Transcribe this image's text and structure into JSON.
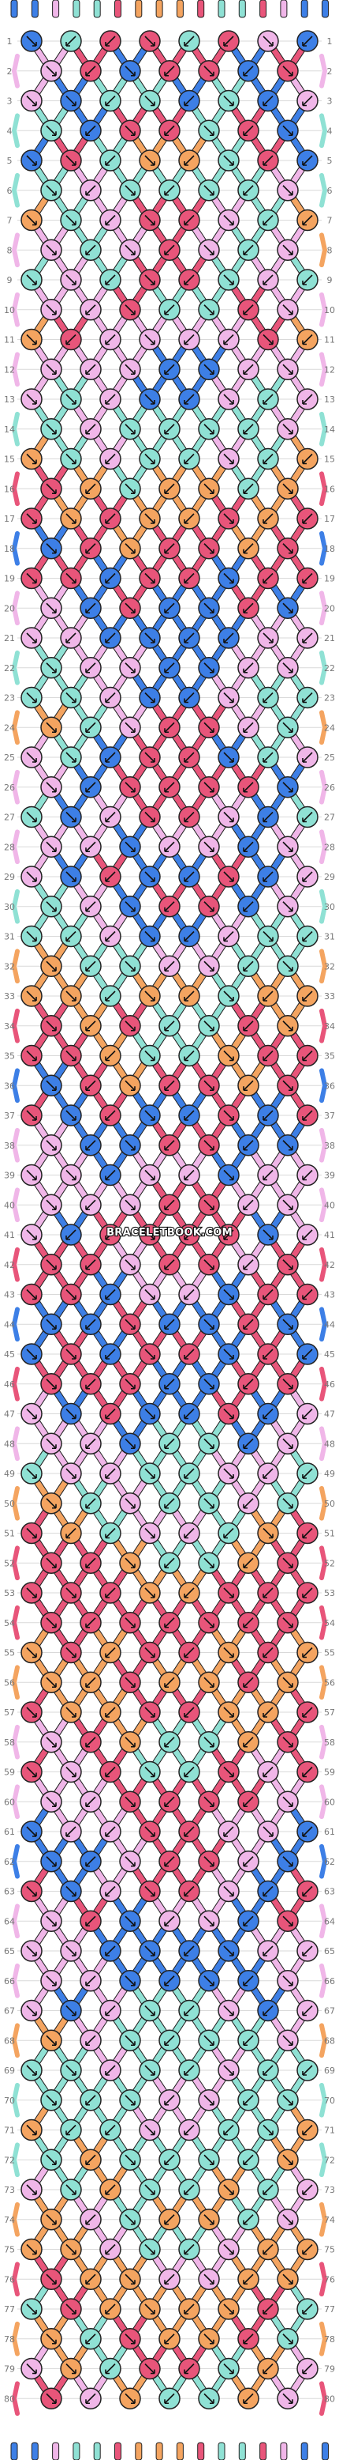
{
  "pattern": {
    "rows": 80,
    "strings": 16,
    "watermark": "BRACELETBOOK.COM",
    "row_labels": [
      "1",
      "2",
      "3",
      "4",
      "5",
      "6",
      "7",
      "8",
      "9",
      "10",
      "11",
      "12",
      "13",
      "14",
      "15",
      "16",
      "17",
      "18",
      "19",
      "20",
      "21",
      "22",
      "23",
      "24",
      "25",
      "26",
      "27",
      "28",
      "29",
      "30",
      "31",
      "32",
      "33",
      "34",
      "35",
      "36",
      "37",
      "38",
      "39",
      "40",
      "41",
      "42",
      "43",
      "44",
      "45",
      "46",
      "47",
      "48",
      "49",
      "50",
      "51",
      "52",
      "53",
      "54",
      "55",
      "56",
      "57",
      "58",
      "59",
      "60",
      "61",
      "62",
      "63",
      "64",
      "65",
      "66",
      "67",
      "68",
      "69",
      "70",
      "71",
      "72",
      "73",
      "74",
      "75",
      "76",
      "77",
      "78",
      "79",
      "80"
    ],
    "colors": {
      "blue": "#3d7fe6",
      "teal": "#8fe1d4",
      "pink": "#e8557a",
      "orange": "#f4a460",
      "lilac": "#f0b6e8",
      "background": "#ffffff",
      "grid": "#d9d9d9",
      "outline": "#222222"
    },
    "string_colors": [
      "blue",
      "blue",
      "lilac",
      "teal",
      "teal",
      "pink",
      "orange",
      "orange",
      "orange",
      "pink",
      "teal",
      "teal",
      "pink",
      "lilac",
      "blue",
      "blue"
    ],
    "knot_rows": [
      [
        "blue",
        "teal",
        "pink",
        "pink",
        "teal",
        "pink",
        "lilac",
        "blue"
      ],
      [
        "lilac",
        "pink",
        "blue",
        "pink",
        "pink",
        "blue",
        "pink",
        "lilac"
      ],
      [
        "lilac",
        "blue",
        "teal",
        "teal",
        "blue",
        "teal",
        "blue",
        "lilac"
      ],
      [
        "teal",
        "blue",
        "pink",
        "pink",
        "teal",
        "pink",
        "blue",
        "teal"
      ],
      [
        "blue",
        "pink",
        "teal",
        "orange",
        "orange",
        "teal",
        "pink",
        "blue"
      ],
      [
        "teal",
        "lilac",
        "teal",
        "teal",
        "teal",
        "teal",
        "lilac",
        "teal"
      ],
      [
        "orange",
        "teal",
        "lilac",
        "pink",
        "pink",
        "lilac",
        "teal",
        "orange"
      ],
      [
        "lilac",
        "teal",
        "lilac",
        "pink",
        "lilac",
        "teal",
        "lilac",
        "orange"
      ],
      [
        "teal",
        "lilac",
        "teal",
        "pink",
        "pink",
        "teal",
        "lilac",
        "teal"
      ],
      [
        "lilac",
        "lilac",
        "pink",
        "teal",
        "teal",
        "pink",
        "lilac",
        "lilac"
      ],
      [
        "orange",
        "pink",
        "lilac",
        "lilac",
        "lilac",
        "lilac",
        "pink",
        "orange"
      ],
      [
        "lilac",
        "lilac",
        "lilac",
        "blue",
        "blue",
        "lilac",
        "lilac",
        "lilac"
      ],
      [
        "lilac",
        "teal",
        "lilac",
        "blue",
        "blue",
        "lilac",
        "teal",
        "lilac"
      ],
      [
        "teal",
        "lilac",
        "teal",
        "teal",
        "teal",
        "teal",
        "lilac",
        "teal"
      ],
      [
        "orange",
        "teal",
        "lilac",
        "teal",
        "teal",
        "lilac",
        "teal",
        "orange"
      ],
      [
        "pink",
        "orange",
        "teal",
        "orange",
        "orange",
        "teal",
        "orange",
        "pink"
      ],
      [
        "pink",
        "orange",
        "pink",
        "orange",
        "orange",
        "pink",
        "orange",
        "pink"
      ],
      [
        "blue",
        "pink",
        "orange",
        "pink",
        "pink",
        "orange",
        "pink",
        "blue"
      ],
      [
        "pink",
        "pink",
        "blue",
        "pink",
        "pink",
        "blue",
        "pink",
        "pink"
      ],
      [
        "lilac",
        "blue",
        "pink",
        "blue",
        "blue",
        "pink",
        "blue",
        "lilac"
      ],
      [
        "lilac",
        "lilac",
        "blue",
        "blue",
        "blue",
        "blue",
        "lilac",
        "lilac"
      ],
      [
        "teal",
        "lilac",
        "lilac",
        "blue",
        "blue",
        "lilac",
        "lilac",
        "teal"
      ],
      [
        "teal",
        "teal",
        "lilac",
        "blue",
        "blue",
        "lilac",
        "teal",
        "teal"
      ],
      [
        "orange",
        "teal",
        "lilac",
        "pink",
        "pink",
        "lilac",
        "teal",
        "orange"
      ],
      [
        "lilac",
        "teal",
        "blue",
        "pink",
        "pink",
        "blue",
        "teal",
        "lilac"
      ],
      [
        "lilac",
        "blue",
        "pink",
        "pink",
        "pink",
        "pink",
        "blue",
        "lilac"
      ],
      [
        "teal",
        "blue",
        "lilac",
        "pink",
        "pink",
        "lilac",
        "blue",
        "teal"
      ],
      [
        "lilac",
        "lilac",
        "blue",
        "lilac",
        "lilac",
        "blue",
        "lilac",
        "lilac"
      ],
      [
        "lilac",
        "blue",
        "pink",
        "blue",
        "blue",
        "pink",
        "blue",
        "lilac"
      ],
      [
        "teal",
        "lilac",
        "blue",
        "pink",
        "pink",
        "blue",
        "lilac",
        "teal"
      ],
      [
        "teal",
        "teal",
        "lilac",
        "blue",
        "blue",
        "lilac",
        "teal",
        "teal"
      ],
      [
        "orange",
        "teal",
        "teal",
        "lilac",
        "lilac",
        "teal",
        "teal",
        "orange"
      ],
      [
        "orange",
        "orange",
        "teal",
        "orange",
        "orange",
        "teal",
        "orange",
        "orange"
      ],
      [
        "pink",
        "orange",
        "pink",
        "teal",
        "teal",
        "pink",
        "orange",
        "pink"
      ],
      [
        "pink",
        "pink",
        "orange",
        "teal",
        "teal",
        "orange",
        "pink",
        "pink"
      ],
      [
        "blue",
        "pink",
        "orange",
        "pink",
        "pink",
        "orange",
        "pink",
        "blue"
      ],
      [
        "pink",
        "blue",
        "pink",
        "blue",
        "blue",
        "pink",
        "blue",
        "pink"
      ],
      [
        "lilac",
        "blue",
        "blue",
        "pink",
        "pink",
        "blue",
        "blue",
        "lilac"
      ],
      [
        "lilac",
        "lilac",
        "blue",
        "lilac",
        "lilac",
        "blue",
        "lilac",
        "lilac"
      ],
      [
        "lilac",
        "lilac",
        "lilac",
        "pink",
        "pink",
        "lilac",
        "lilac",
        "lilac"
      ],
      [
        "lilac",
        "blue",
        "pink",
        "pink",
        "pink",
        "pink",
        "blue",
        "lilac"
      ],
      [
        "pink",
        "pink",
        "lilac",
        "pink",
        "pink",
        "lilac",
        "pink",
        "pink"
      ],
      [
        "pink",
        "pink",
        "blue",
        "lilac",
        "lilac",
        "blue",
        "pink",
        "pink"
      ],
      [
        "blue",
        "blue",
        "pink",
        "blue",
        "blue",
        "pink",
        "blue",
        "blue"
      ],
      [
        "blue",
        "pink",
        "blue",
        "pink",
        "pink",
        "blue",
        "pink",
        "blue"
      ],
      [
        "pink",
        "pink",
        "pink",
        "blue",
        "blue",
        "pink",
        "pink",
        "pink"
      ],
      [
        "lilac",
        "blue",
        "pink",
        "blue",
        "blue",
        "pink",
        "blue",
        "lilac"
      ],
      [
        "lilac",
        "lilac",
        "blue",
        "teal",
        "teal",
        "blue",
        "lilac",
        "lilac"
      ],
      [
        "teal",
        "lilac",
        "lilac",
        "teal",
        "teal",
        "lilac",
        "lilac",
        "teal"
      ],
      [
        "orange",
        "teal",
        "lilac",
        "teal",
        "teal",
        "lilac",
        "teal",
        "orange"
      ],
      [
        "pink",
        "orange",
        "teal",
        "lilac",
        "lilac",
        "teal",
        "orange",
        "pink"
      ],
      [
        "pink",
        "pink",
        "orange",
        "teal",
        "teal",
        "orange",
        "pink",
        "pink"
      ],
      [
        "pink",
        "pink",
        "pink",
        "orange",
        "orange",
        "pink",
        "pink",
        "pink"
      ],
      [
        "pink",
        "pink",
        "pink",
        "pink",
        "pink",
        "pink",
        "pink",
        "pink"
      ],
      [
        "orange",
        "pink",
        "orange",
        "pink",
        "pink",
        "orange",
        "pink",
        "orange"
      ],
      [
        "orange",
        "orange",
        "pink",
        "orange",
        "orange",
        "pink",
        "orange",
        "orange"
      ],
      [
        "pink",
        "orange",
        "orange",
        "pink",
        "pink",
        "orange",
        "orange",
        "pink"
      ],
      [
        "lilac",
        "pink",
        "orange",
        "teal",
        "teal",
        "orange",
        "pink",
        "lilac"
      ],
      [
        "pink",
        "lilac",
        "pink",
        "teal",
        "teal",
        "pink",
        "lilac",
        "pink"
      ],
      [
        "lilac",
        "lilac",
        "pink",
        "pink",
        "pink",
        "pink",
        "lilac",
        "lilac"
      ],
      [
        "blue",
        "lilac",
        "lilac",
        "pink",
        "pink",
        "lilac",
        "lilac",
        "blue"
      ],
      [
        "blue",
        "blue",
        "lilac",
        "pink",
        "pink",
        "lilac",
        "blue",
        "blue"
      ],
      [
        "pink",
        "blue",
        "lilac",
        "pink",
        "pink",
        "lilac",
        "blue",
        "pink"
      ],
      [
        "lilac",
        "pink",
        "blue",
        "lilac",
        "lilac",
        "blue",
        "pink",
        "lilac"
      ],
      [
        "lilac",
        "lilac",
        "blue",
        "blue",
        "blue",
        "blue",
        "lilac",
        "lilac"
      ],
      [
        "lilac",
        "lilac",
        "blue",
        "blue",
        "blue",
        "blue",
        "lilac",
        "lilac"
      ],
      [
        "lilac",
        "blue",
        "lilac",
        "teal",
        "teal",
        "lilac",
        "blue",
        "lilac"
      ],
      [
        "orange",
        "lilac",
        "teal",
        "teal",
        "teal",
        "teal",
        "lilac",
        "orange"
      ],
      [
        "teal",
        "teal",
        "lilac",
        "teal",
        "teal",
        "lilac",
        "teal",
        "teal"
      ],
      [
        "teal",
        "teal",
        "teal",
        "lilac",
        "lilac",
        "teal",
        "teal",
        "teal"
      ],
      [
        "orange",
        "teal",
        "teal",
        "lilac",
        "lilac",
        "teal",
        "teal",
        "orange"
      ],
      [
        "teal",
        "orange",
        "teal",
        "teal",
        "teal",
        "teal",
        "orange",
        "teal"
      ],
      [
        "lilac",
        "teal",
        "orange",
        "teal",
        "teal",
        "orange",
        "teal",
        "lilac"
      ],
      [
        "orange",
        "lilac",
        "teal",
        "orange",
        "orange",
        "teal",
        "lilac",
        "orange"
      ],
      [
        "orange",
        "orange",
        "lilac",
        "teal",
        "teal",
        "lilac",
        "orange",
        "orange"
      ],
      [
        "pink",
        "orange",
        "orange",
        "lilac",
        "lilac",
        "orange",
        "orange",
        "pink"
      ],
      [
        "teal",
        "pink",
        "orange",
        "orange",
        "orange",
        "orange",
        "pink",
        "teal"
      ],
      [
        "orange",
        "teal",
        "pink",
        "orange",
        "orange",
        "pink",
        "teal",
        "orange"
      ],
      [
        "lilac",
        "orange",
        "teal",
        "pink",
        "pink",
        "teal",
        "orange",
        "lilac"
      ],
      [
        "pink",
        "lilac",
        "orange",
        "teal",
        "teal",
        "orange",
        "lilac",
        "pink"
      ]
    ],
    "knot_directions": [
      [
        "se",
        "sw",
        "sw",
        "se",
        "sw",
        "sw",
        "se",
        "sw"
      ],
      [
        "se",
        "sw",
        "se",
        "sw",
        "se",
        "sw",
        "se",
        "sw"
      ],
      [
        "se",
        "se",
        "sw",
        "se",
        "sw",
        "se",
        "sw",
        "sw"
      ],
      [
        "se",
        "sw",
        "se",
        "sw",
        "se",
        "sw",
        "se",
        "sw"
      ],
      [
        "se",
        "se",
        "sw",
        "se",
        "sw",
        "se",
        "sw",
        "sw"
      ],
      [
        "se",
        "sw",
        "se",
        "sw",
        "se",
        "sw",
        "se",
        "sw"
      ],
      [
        "se",
        "se",
        "sw",
        "se",
        "sw",
        "se",
        "sw",
        "sw"
      ],
      [
        "se",
        "sw",
        "se",
        "sw",
        "se",
        "sw",
        "se",
        "sw"
      ],
      [
        "se",
        "se",
        "sw",
        "se",
        "sw",
        "se",
        "sw",
        "sw"
      ],
      [
        "se",
        "sw",
        "se",
        "sw",
        "se",
        "sw",
        "se",
        "sw"
      ]
    ]
  }
}
